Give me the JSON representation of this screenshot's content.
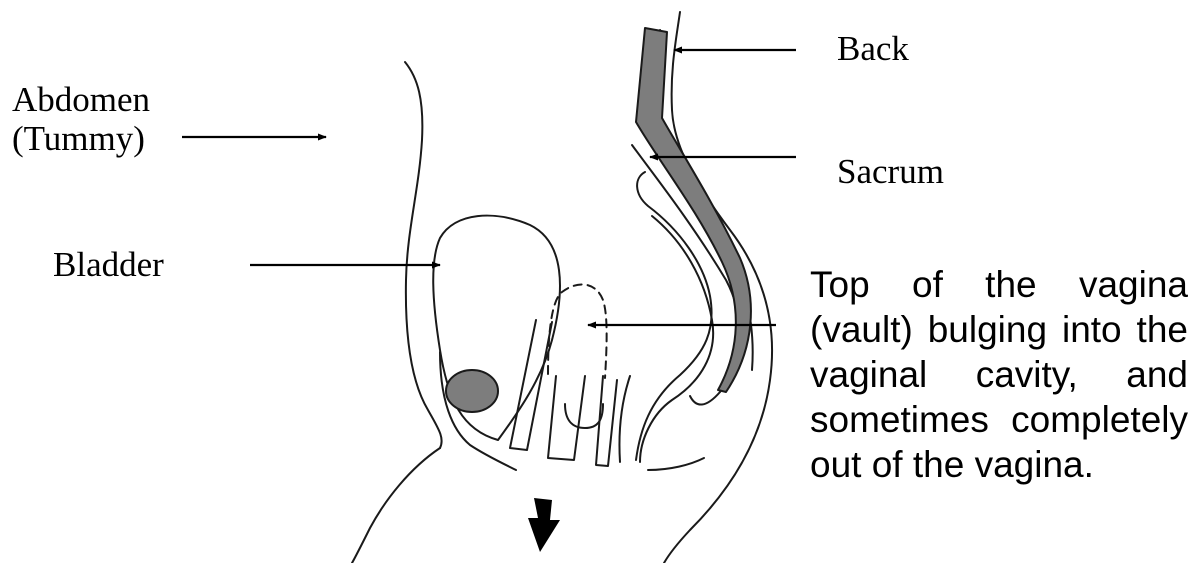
{
  "labels": {
    "abdomen": "Abdomen",
    "abdomen_sub": "(Tummy)",
    "bladder": "Bladder",
    "back": "Back",
    "sacrum": "Sacrum"
  },
  "note": {
    "lines": [
      "Top of the vagina",
      "(vault) bulging into the",
      "vaginal cavity, and",
      "sometimes completely",
      "out of the vagina."
    ]
  },
  "colors": {
    "stroke": "#1a1a1a",
    "bone_fill": "#7d7d7d",
    "pointer": "#000000"
  }
}
